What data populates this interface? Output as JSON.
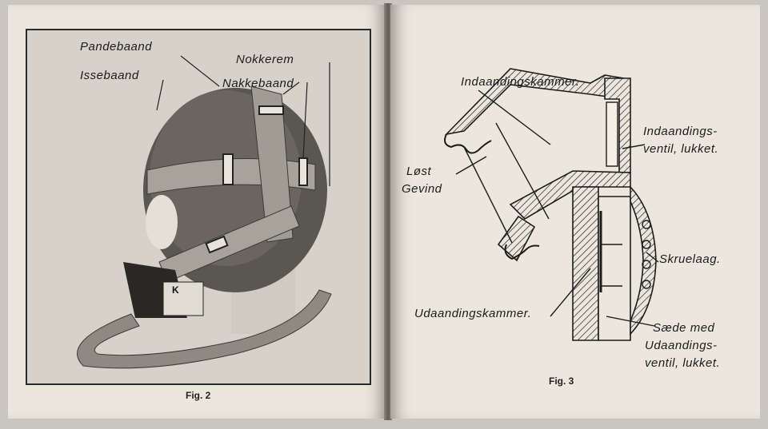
{
  "fig2": {
    "caption": "Fig. 2",
    "labels": {
      "pandebaand": "Pandebaand",
      "issebaand": "Issebaand",
      "nokkerem": "Nokkerem",
      "nakkebaand": "Nakkebaand"
    },
    "canister_text": "K"
  },
  "fig3": {
    "caption": "Fig. 3",
    "labels": {
      "indaandingskammer": "Indaandingskammer.",
      "indaandings_ventil_1": "Indaandings-",
      "indaandings_ventil_2": "ventil, lukket.",
      "lost_gevind_1": "Løst",
      "lost_gevind_2": "Gevind",
      "skruelaag": "Skruelaag.",
      "udaandingskammer": "Udaandingskammer.",
      "saede_1": "Sæde med",
      "saede_2": "Udaandings-",
      "saede_3": "ventil, lukket."
    }
  },
  "colors": {
    "paper": "#ece7dd",
    "ink": "#1c1c1c"
  }
}
